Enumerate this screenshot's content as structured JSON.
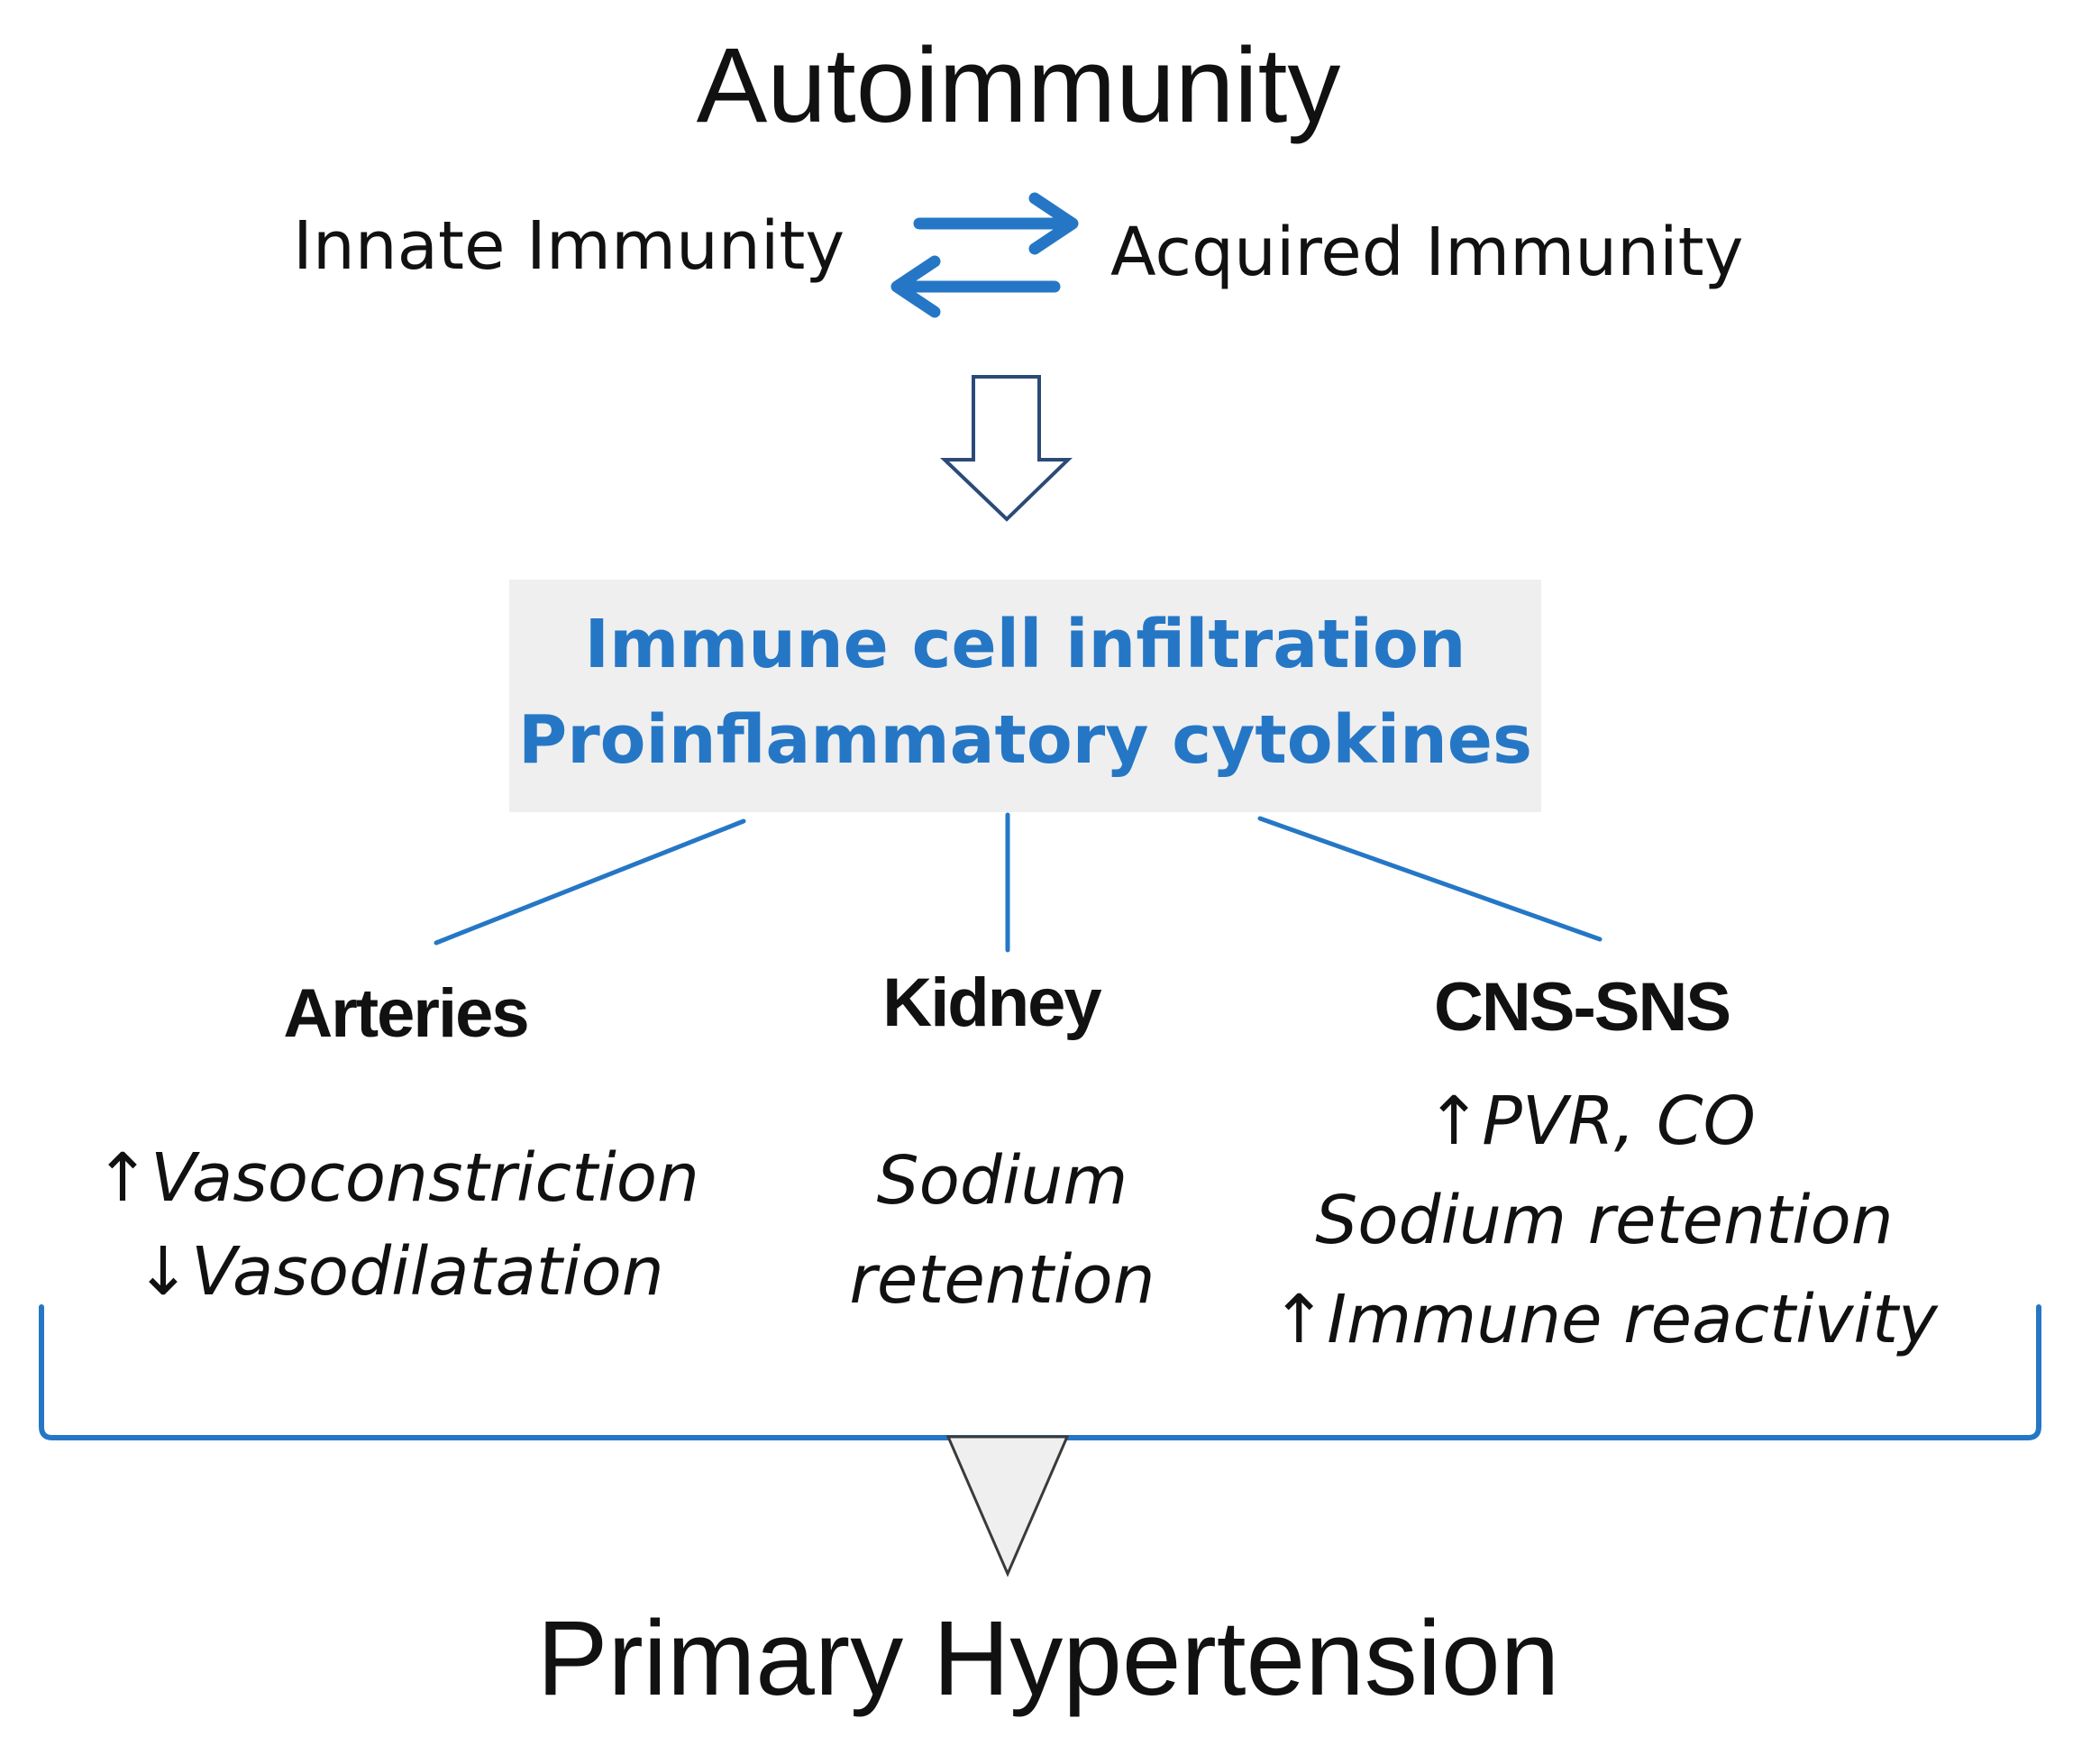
{
  "title": "Autoimmunity",
  "immunity": {
    "left": "Innate Immunity",
    "right": "Acquired Immunity"
  },
  "mechanisms": {
    "line1": "Immune cell infiltration",
    "line2": "Proinflammatory cytokines"
  },
  "targets": {
    "arteries": {
      "label": "Arteries",
      "effects": [
        {
          "arrow": "↑",
          "text": "Vasoconstriction"
        },
        {
          "arrow": "↓",
          "text": "Vasodilatation"
        }
      ]
    },
    "kidney": {
      "label": "Kidney",
      "effects": [
        "Sodium",
        "retention"
      ]
    },
    "cns": {
      "label": "CNS-SNS",
      "effects": [
        {
          "arrow": "↑",
          "text": "PVR, CO"
        },
        {
          "arrow": "",
          "text": "Sodium retention"
        },
        {
          "arrow": "↑",
          "text": "Immune reactivity"
        }
      ]
    }
  },
  "outcome": "Primary Hypertension",
  "colors": {
    "accent_blue": "#2577c6",
    "box_fill": "#efefef",
    "arrow_fill": "#efefef",
    "arrow_stroke": "#2b4a78",
    "text": "#111111"
  }
}
